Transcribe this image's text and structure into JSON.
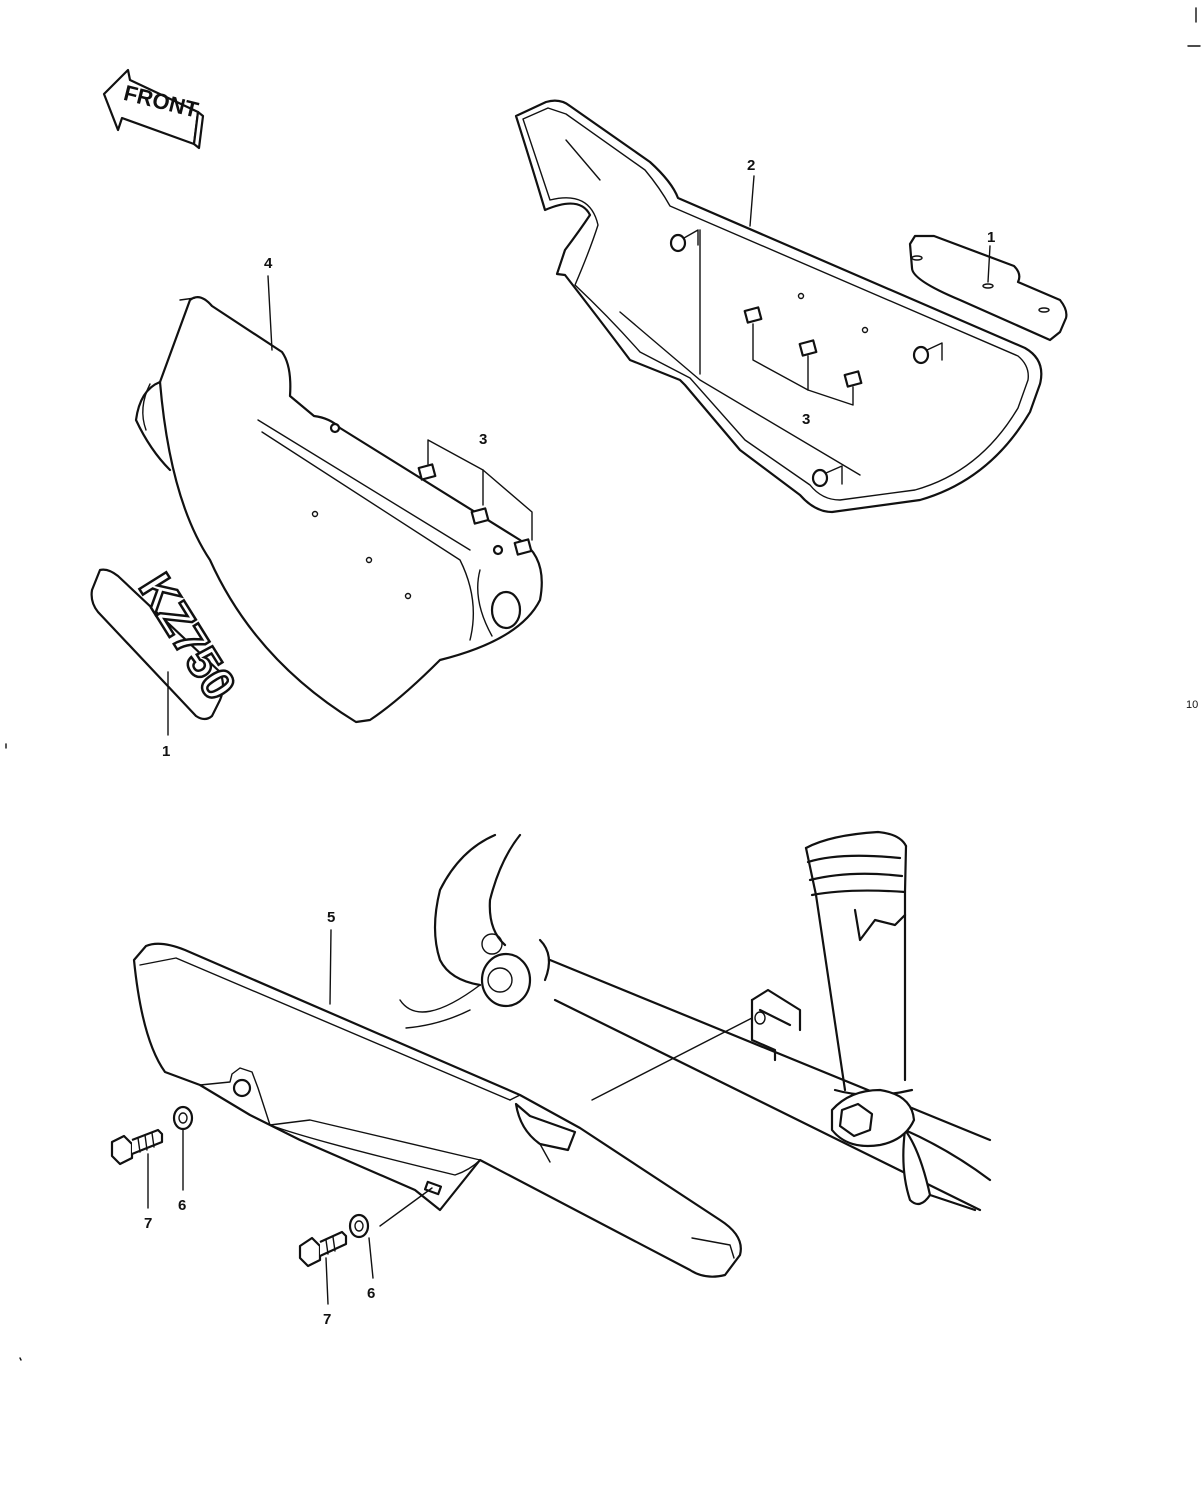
{
  "front_arrow": {
    "label": "FRONT"
  },
  "badge": {
    "text": "KZ750"
  },
  "page_marker": "10",
  "callouts": {
    "c1_badge": "1",
    "c1_plate": "1",
    "c2": "2",
    "c3_left": "3",
    "c3_right": "3",
    "c4": "4",
    "c5": "5",
    "c6_upper": "6",
    "c6_lower": "6",
    "c7_upper": "7",
    "c7_lower": "7"
  }
}
